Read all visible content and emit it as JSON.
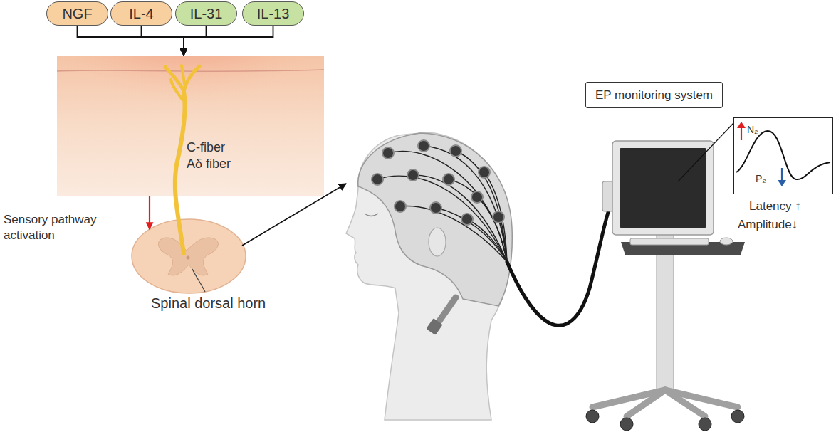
{
  "diagram": {
    "nodes": [
      {
        "text": [
          "NGF"
        ]
      },
      {
        "text": [
          "IL-4"
        ]
      },
      {
        "text": [
          "IL-31"
        ]
      },
      {
        "text": [
          "IL-13"
        ]
      },
      {
        "text": [
          "C-fiber Aδ fiber"
        ]
      },
      {
        "text": [
          "Spinal dorsal horn"
        ]
      },
      {
        "text": [
          "EP monitoring system"
        ]
      },
      {
        "text": [
          "N₂",
          "P₂"
        ]
      }
    ],
    "edges": [
      {
        "from": 0,
        "to": 4,
        "arrow": "to"
      },
      {
        "from": 1,
        "to": 4,
        "arrow": "to"
      },
      {
        "from": 2,
        "to": 4,
        "arrow": "to"
      },
      {
        "from": 3,
        "to": 4,
        "arrow": "to"
      },
      {
        "from": 4,
        "to": 5,
        "label": "Sensory pathway activation",
        "arrow": "to"
      }
    ],
    "labels": [
      "Latency ↑",
      "Amplitude↓"
    ]
  }
}
